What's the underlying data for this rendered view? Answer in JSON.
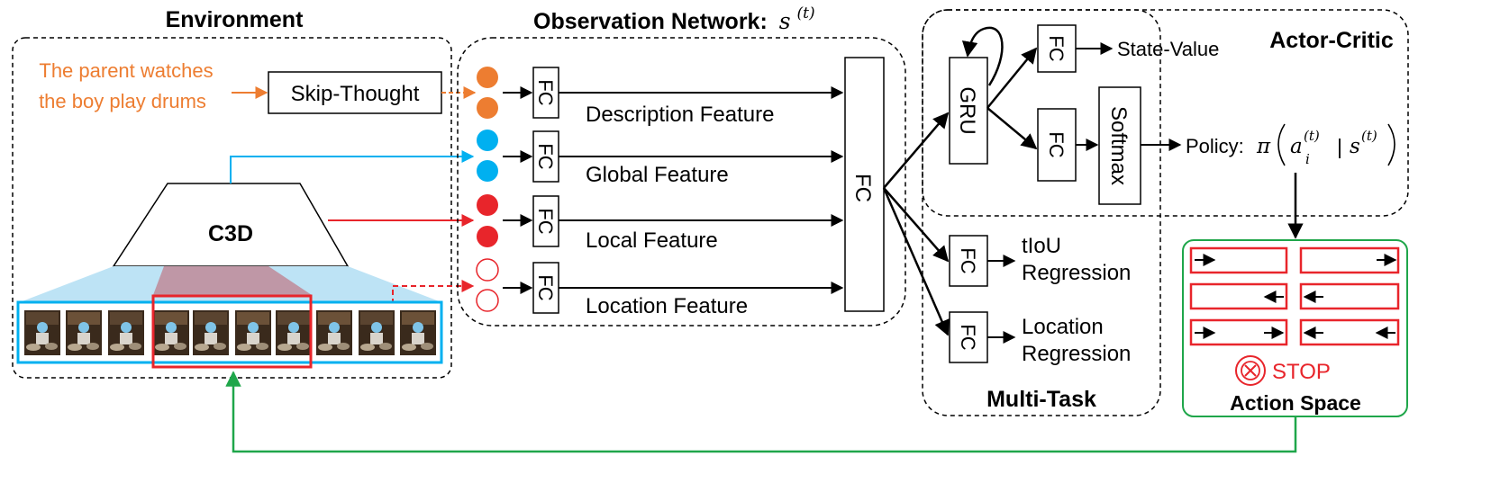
{
  "sections": {
    "environment": "Environment",
    "observation": "Observation Network:",
    "observation_math": "s",
    "observation_sup": "(t)",
    "actor_critic": "Actor-Critic",
    "multi_task": "Multi-Task",
    "action_space": "Action Space"
  },
  "environment": {
    "description_line1": "The parent watches",
    "description_line2": "the boy play drums",
    "skip_thought": "Skip-Thought",
    "c3d": "C3D"
  },
  "observation": {
    "fc": "FC",
    "features": [
      "Description Feature",
      "Global Feature",
      "Local Feature",
      "Location Feature"
    ],
    "merge_fc": "FC"
  },
  "actor_critic": {
    "gru": "GRU",
    "fc_value": "FC",
    "state_value": "State-Value",
    "fc_policy": "FC",
    "softmax": "Softmax",
    "policy_label": "Policy:",
    "policy_pi": "π",
    "policy_a": "a",
    "policy_i": "i",
    "policy_t": "(t)",
    "policy_bar": "|",
    "policy_s": "s",
    "policy_st": "(t)"
  },
  "multi_task": {
    "fc_tiou": "FC",
    "tiou_line1": "tIoU",
    "tiou_line2": "Regression",
    "fc_loc": "FC",
    "loc_line1": "Location",
    "loc_line2": "Regression"
  },
  "action_space": {
    "stop": "STOP"
  },
  "colors": {
    "orange": "#ED7D31",
    "blue": "#00B0F0",
    "red": "#E8252B",
    "green": "#1FA64A",
    "light_blue": "#BDE3F5",
    "mauve": "#C08A98"
  }
}
